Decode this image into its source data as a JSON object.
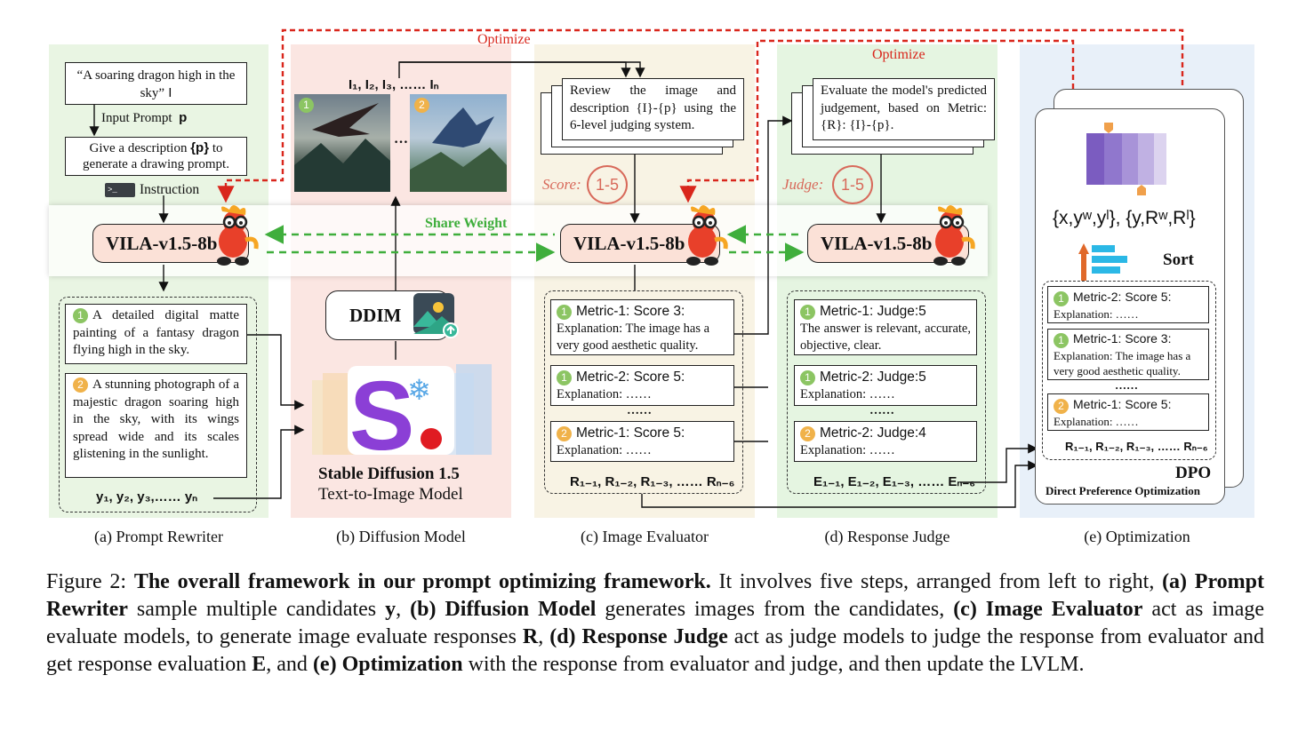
{
  "optimize_left": "Optimize",
  "optimize_right": "Optimize",
  "share_weight": "Share Weight",
  "panel_a": {
    "quote": "“A soaring dragon high in the sky”",
    "input_prompt": "Input Prompt",
    "input_prompt_var": "p",
    "instruction_box_pre": "Give a description ",
    "instruction_box_var": "{p}",
    "instruction_box_post": " to generate a drawing prompt.",
    "instruction": "Instruction",
    "vila": "VILA-v1.5-8b",
    "cand1_num": "1",
    "cand1": "A detailed digital matte painting of a fantasy dragon flying high in the sky.",
    "cand2_num": "2",
    "cand2": "A stunning photograph of a majestic dragon soaring high in the sky, with its wings spread wide and its scales glistening in the sunlight.",
    "ys": "y₁, y₂, y₃,…… yₙ",
    "caption": "(a) Prompt Rewriter"
  },
  "panel_b": {
    "images_label": "I₁, I₂, I₃, ……  Iₙ",
    "img1_num": "1",
    "img2_num": "2",
    "ellipsis": "…",
    "ddim": "DDIM",
    "sd_title": "Stable Diffusion 1.5",
    "sd_sub": "Text-to-Image Model",
    "caption": "(b) Diffusion Model"
  },
  "panel_c": {
    "instruction": "Review the image and description {I}-{p} using the 6-level judging system.",
    "score_label": "Score:",
    "score_range": "1-5",
    "vila": "VILA-v1.5-8b",
    "r1_head": "Metric-1: Score 3:",
    "r1_num": "1",
    "r1_body": "Explanation: The image has a very good aesthetic quality.",
    "r2_head": "Metric-2: Score 5:",
    "r2_num": "1",
    "r2_body": "Explanation: ……",
    "dots": "……",
    "r3_head": "Metric-1: Score 5:",
    "r3_num": "2",
    "r3_body": "Explanation: ……",
    "rs": "R₁₋₁, R₁₋₂, R₁₋₃, …… Rₙ₋₆",
    "caption": "(c) Image Evaluator"
  },
  "panel_d": {
    "instruction": "Evaluate the model's predicted judgement, based on Metric: {R}: {I}-{p}.",
    "judge_label": "Judge:",
    "judge_range": "1-5",
    "vila": "VILA-v1.5-8b",
    "j1_head": "Metric-1: Judge:5",
    "j1_num": "1",
    "j1_body": "The answer is relevant, accurate, objective, clear.",
    "j2_head": "Metric-2: Judge:5",
    "j2_num": "1",
    "j2_body": "Explanation: ……",
    "dots": "……",
    "j3_head": "Metric-2: Judge:4",
    "j3_num": "2",
    "j3_body": "Explanation: ……",
    "es": "E₁₋₁, E₁₋₂, E₁₋₃, …… Eₙ₋₆",
    "caption": "(d) Response Judge"
  },
  "panel_e": {
    "pref": "{x,yʷ,yˡ}, {y,Rʷ,Rˡ}",
    "sort": "Sort",
    "s1_head": "Metric-2: Score 5:",
    "s1_num": "1",
    "s1_body": "Explanation: ……",
    "s2_head": "Metric-1: Score 3:",
    "s2_num": "1",
    "s2_body": "Explanation: The image has a very good aesthetic quality.",
    "dots": "……",
    "s3_head": "Metric-1: Score 5:",
    "s3_num": "2",
    "s3_body": "Explanation: ……",
    "rs": "R₁₋₁, R₁₋₂, R₁₋₃, …… Rₙ₋₆",
    "dpo": "DPO",
    "dpo_full": "Direct Preference Optimization",
    "caption": "(e) Optimization"
  },
  "figure_caption": {
    "lead": "Figure 2: ",
    "bold_title": "The overall framework in our prompt optimizing framework.",
    "t1": " It involves five steps, arranged from left to right, ",
    "b_a": "(a) Prompt Rewriter",
    "t2": " sample multiple candidates ",
    "y": "y",
    "t3": ", ",
    "b_b": "(b) Diffusion Model",
    "t4": " generates images from the candidates, ",
    "b_c": "(c) Image Evaluator",
    "t5": " act as image evaluate models, to generate image evaluate responses ",
    "r": "R",
    "t6": ", ",
    "b_d": "(d) Response Judge",
    "t7": " act as judge models to judge the response from evaluator and get response evaluation ",
    "e": "E",
    "t8": ", and ",
    "b_e": "(e) Optimization",
    "t9": " with the response from evaluator and judge, and then update the LVLM."
  },
  "colors": {
    "panel_a": "#e9f5e3",
    "panel_b": "#fbe6e2",
    "panel_c": "#f8f3e4",
    "panel_d": "#e5f5e1",
    "panel_e": "#e8f0f9",
    "vila_fill": "#fbe1d7",
    "optimize_red": "#d9261c",
    "share_green": "#3fae3c",
    "badge_green": "#8cc563",
    "badge_orange": "#f0b24a",
    "score_circle": "#d8695a",
    "dpo_purple": "#7b5cc0",
    "sort_orange": "#e0682a",
    "sort_cyan": "#2bb8e6"
  }
}
